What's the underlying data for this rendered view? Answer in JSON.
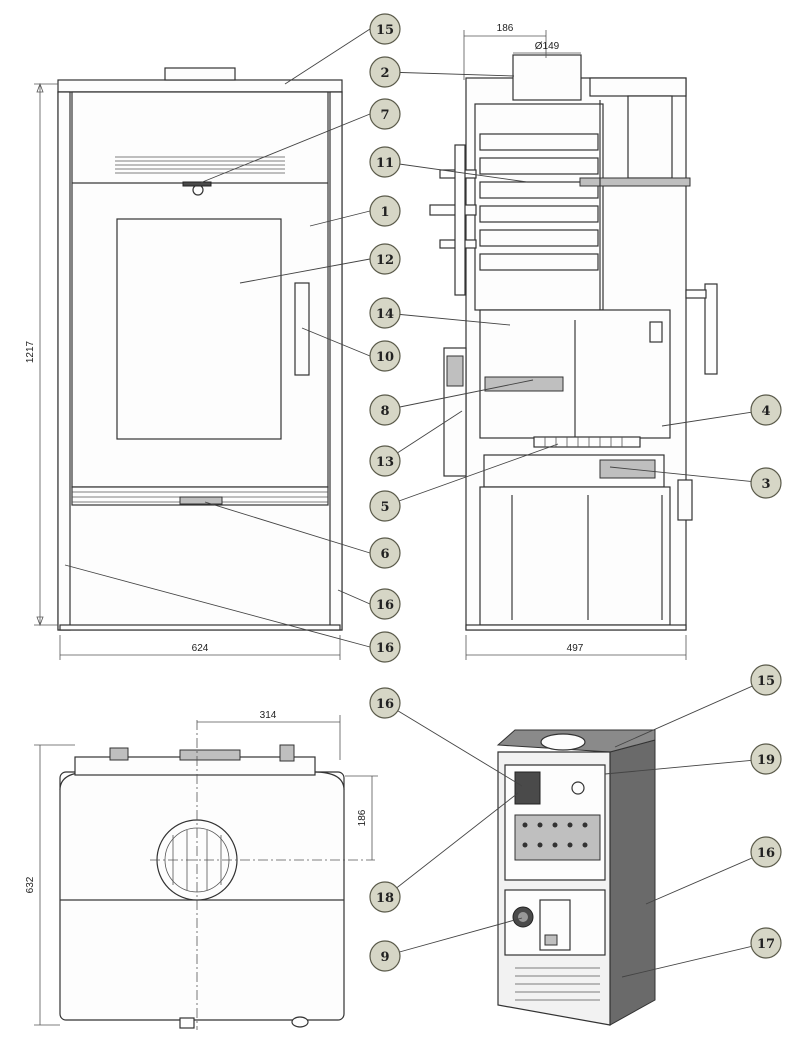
{
  "dimensions": {
    "front_height": "1217",
    "front_width": "624",
    "side_depth": "497",
    "side_flue_offset": "186",
    "flue_diameter": "Ø149",
    "top_offset_x": "314",
    "top_offset_y": "186",
    "top_depth": "632"
  },
  "callouts": {
    "c15a": "15",
    "c7": "7",
    "c1": "1",
    "c12": "12",
    "c10": "10",
    "c6": "6",
    "c16a": "16",
    "c16b": "16",
    "c2": "2",
    "c11": "11",
    "c14": "14",
    "c8": "8",
    "c13": "13",
    "c5": "5",
    "c4": "4",
    "c3": "3",
    "c16c": "16",
    "c18": "18",
    "c9": "9",
    "c15b": "15",
    "c19": "19",
    "c16d": "16",
    "c17": "17"
  }
}
